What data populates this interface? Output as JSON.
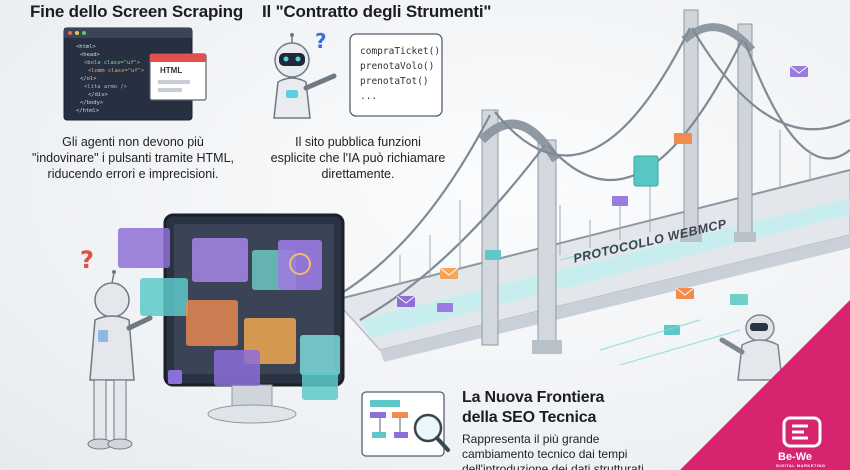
{
  "section1": {
    "title": "Fine dello Screen Scraping",
    "desc_lines": [
      "Gli agenti non devono più",
      "\"indovinare\" i pulsanti tramite HTML,",
      "riducendo errori e imprecisioni."
    ],
    "html_tag": "HTML"
  },
  "section2": {
    "title": "Il \"Contratto degli Strumenti\"",
    "desc_lines": [
      "Il sito pubblica funzioni",
      "esplicite che l'IA può richiamare",
      "direttamente."
    ],
    "code_lines": [
      "compraTicket()",
      "prenotaVolo()",
      "prenotaTot()",
      "..."
    ]
  },
  "bridge": {
    "label": "PROTOCOLLO WEBMCP"
  },
  "section3": {
    "title_lines": [
      "La Nuova Frontiera",
      "della SEO Tecnica"
    ],
    "desc_lines": [
      "Rappresenta il più grande",
      "cambiamento tecnico dai tempi",
      "dell'introduzione dei dati strutturati"
    ]
  },
  "brand": {
    "name": "Be-We",
    "tagline": "DIGITAL MARKETING",
    "color": "#d6246e"
  },
  "colors": {
    "bridge": "#9aa3ad",
    "bridge_dark": "#6f7983",
    "teal": "#5ec8c8",
    "purple": "#8c6ed8",
    "orange": "#f08c50"
  },
  "icons": [
    "question-mark-icon",
    "robot-icon",
    "magnifier-icon",
    "flowchart-icon",
    "envelope-icon",
    "brand-logo-icon"
  ]
}
